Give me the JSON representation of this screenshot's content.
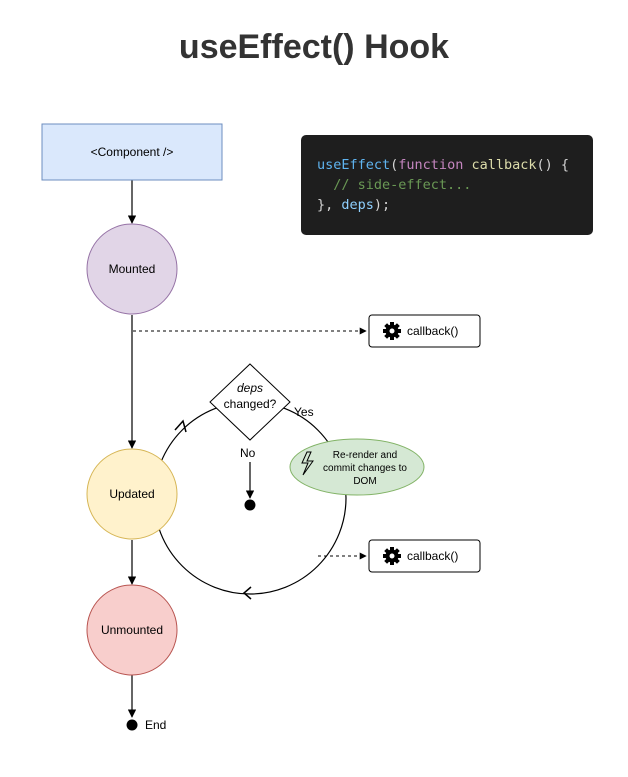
{
  "title": "useEffect() Hook",
  "nodes": {
    "component": "<Component />",
    "mounted": "Mounted",
    "updated": "Updated",
    "unmounted": "Unmounted",
    "end": "End",
    "callback_1": "callback()",
    "callback_2": "callback()",
    "decision_line1": "deps",
    "decision_line2": "changed?",
    "yes": "Yes",
    "no": "No",
    "rerender_line1": "Re-render and",
    "rerender_line2": "commit changes to",
    "rerender_line3": "DOM"
  },
  "code": {
    "line1_fn": "useEffect",
    "line1_paren": "(",
    "line1_kw": "function",
    "line1_name": "callback",
    "line1_rest": "() {",
    "line2_comment": "// side-effect...",
    "line3_start": "}, ",
    "line3_var": "deps",
    "line3_end": ");"
  },
  "colors": {
    "component_fill": "#dae8fc",
    "component_stroke": "#6c8ebf",
    "mounted_fill": "#e1d5e7",
    "mounted_stroke": "#9673a6",
    "updated_fill": "#fff2cc",
    "updated_stroke": "#d6b656",
    "unmounted_fill": "#f8cecc",
    "unmounted_stroke": "#b85450",
    "rerender_fill": "#d5e8d4",
    "rerender_stroke": "#82b366"
  }
}
